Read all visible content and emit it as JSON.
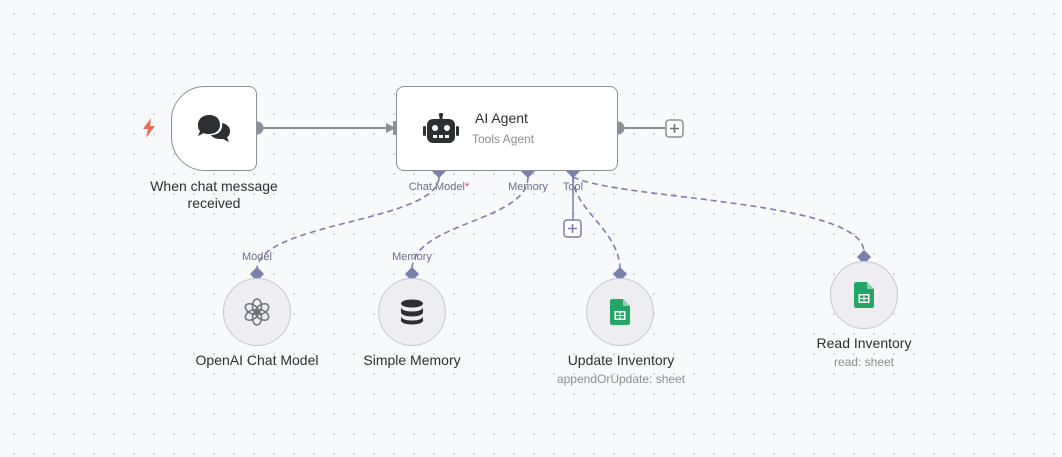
{
  "colors": {
    "connection": "#7b7fab",
    "main_edge": "#8d8f96",
    "trigger_accent": "#ef6a55",
    "sheets_green": "#23a566"
  },
  "nodes": {
    "trigger": {
      "label": "When chat message received",
      "label_line1": "When chat message",
      "label_line2": "received",
      "icon": "chat-icon",
      "badge_icon": "lightning-icon"
    },
    "agent": {
      "title": "AI Agent",
      "subtitle": "Tools Agent",
      "icon": "robot-icon",
      "ports": {
        "chat_model": "Chat Model",
        "required_marker": "*",
        "memory": "Memory",
        "tool": "Tool"
      }
    },
    "openai": {
      "title": "OpenAI Chat Model",
      "port_label": "Model",
      "icon": "openai-icon"
    },
    "memory": {
      "title": "Simple Memory",
      "port_label": "Memory",
      "icon": "database-icon"
    },
    "update_inventory": {
      "title": "Update Inventory",
      "subtitle": "appendOrUpdate: sheet",
      "icon": "google-sheets-icon"
    },
    "read_inventory": {
      "title": "Read Inventory",
      "subtitle": "read: sheet",
      "icon": "google-sheets-icon"
    }
  },
  "controls": {
    "add_node_icon": "plus-icon",
    "add_tool_icon": "plus-icon"
  }
}
